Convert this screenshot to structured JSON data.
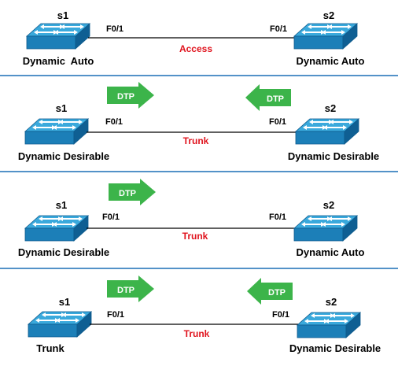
{
  "colors": {
    "divider": "#1a6fb5",
    "link_status": "#e0141e",
    "dtp_arrow": "#3cb44a",
    "switch_top": "#3aa9dc",
    "switch_front": "#1c7fb8",
    "switch_side": "#0f5f93"
  },
  "scenarios": [
    {
      "left": {
        "name": "s1",
        "port": "F0/1",
        "mode": "Dynamic  Auto"
      },
      "right": {
        "name": "s2",
        "port": "F0/1",
        "mode": "Dynamic Auto"
      },
      "link": "Access",
      "dtp_left": "",
      "dtp_right": ""
    },
    {
      "left": {
        "name": "s1",
        "port": "F0/1",
        "mode": "Dynamic Desirable"
      },
      "right": {
        "name": "s2",
        "port": "F0/1",
        "mode": "Dynamic Desirable"
      },
      "link": "Trunk",
      "dtp_left": "DTP",
      "dtp_right": "DTP"
    },
    {
      "left": {
        "name": "s1",
        "port": "F0/1",
        "mode": "Dynamic Desirable"
      },
      "right": {
        "name": "s2",
        "port": "F0/1",
        "mode": "Dynamic Auto"
      },
      "link": "Trunk",
      "dtp_left": "DTP",
      "dtp_right": ""
    },
    {
      "left": {
        "name": "s1",
        "port": "F0/1",
        "mode": "Trunk"
      },
      "right": {
        "name": "s2",
        "port": "F0/1",
        "mode": "Dynamic Desirable"
      },
      "link": "Trunk",
      "dtp_left": "DTP",
      "dtp_right": "DTP"
    }
  ]
}
